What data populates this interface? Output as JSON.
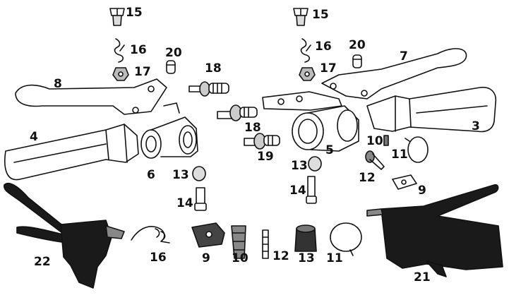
{
  "labels": {
    "l15a": "15",
    "l15b": "15",
    "l16a": "16",
    "l16b": "16",
    "l16c": "16",
    "l17a": "17",
    "l17b": "17",
    "l20a": "20",
    "l20b": "20",
    "l18a": "18",
    "l18b": "18",
    "l8": "8",
    "l7": "7",
    "l4": "4",
    "l3": "3",
    "l19": "19",
    "l5": "5",
    "l6": "6",
    "l10a": "10",
    "l10b": "10",
    "l11a": "11",
    "l11b": "11",
    "l12a": "12",
    "l12b": "12",
    "l13a": "13",
    "l13b": "13",
    "l13c": "13",
    "l14a": "14",
    "l14b": "14",
    "l9a": "9",
    "l9b": "9",
    "l22": "22",
    "l21": "21"
  },
  "colors": {
    "ink": "#111111",
    "grey": "#9a9a9a",
    "light": "#dcdcdc",
    "dark": "#1a1a1a"
  }
}
